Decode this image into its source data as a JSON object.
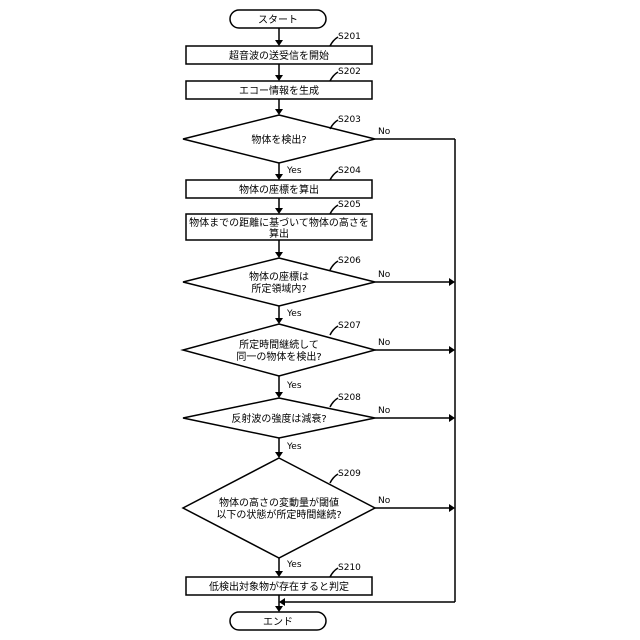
{
  "flowchart": {
    "start": "スタート",
    "end": "エンド",
    "steps": [
      {
        "id": "S201",
        "type": "process",
        "lines": [
          "超音波の送受信を開始"
        ]
      },
      {
        "id": "S202",
        "type": "process",
        "lines": [
          "エコー情報を生成"
        ]
      },
      {
        "id": "S203",
        "type": "decision",
        "lines": [
          "物体を検出?"
        ],
        "no": "No",
        "yes": "Yes"
      },
      {
        "id": "S204",
        "type": "process",
        "lines": [
          "物体の座標を算出"
        ]
      },
      {
        "id": "S205",
        "type": "process",
        "lines": [
          "物体までの距離に基づいて物体の高さを",
          "算出"
        ]
      },
      {
        "id": "S206",
        "type": "decision",
        "lines": [
          "物体の座標は",
          "所定領域内?"
        ],
        "no": "No",
        "yes": "Yes"
      },
      {
        "id": "S207",
        "type": "decision",
        "lines": [
          "所定時間継続して",
          "同一の物体を検出?"
        ],
        "no": "No",
        "yes": "Yes"
      },
      {
        "id": "S208",
        "type": "decision",
        "lines": [
          "反射波の強度は減衰?"
        ],
        "no": "No",
        "yes": "Yes"
      },
      {
        "id": "S209",
        "type": "decision",
        "lines": [
          "物体の高さの変動量が閾値",
          "以下の状態が所定時間継続?"
        ],
        "no": "No",
        "yes": "Yes"
      },
      {
        "id": "S210",
        "type": "process",
        "lines": [
          "低検出対象物が存在すると判定"
        ]
      }
    ]
  }
}
